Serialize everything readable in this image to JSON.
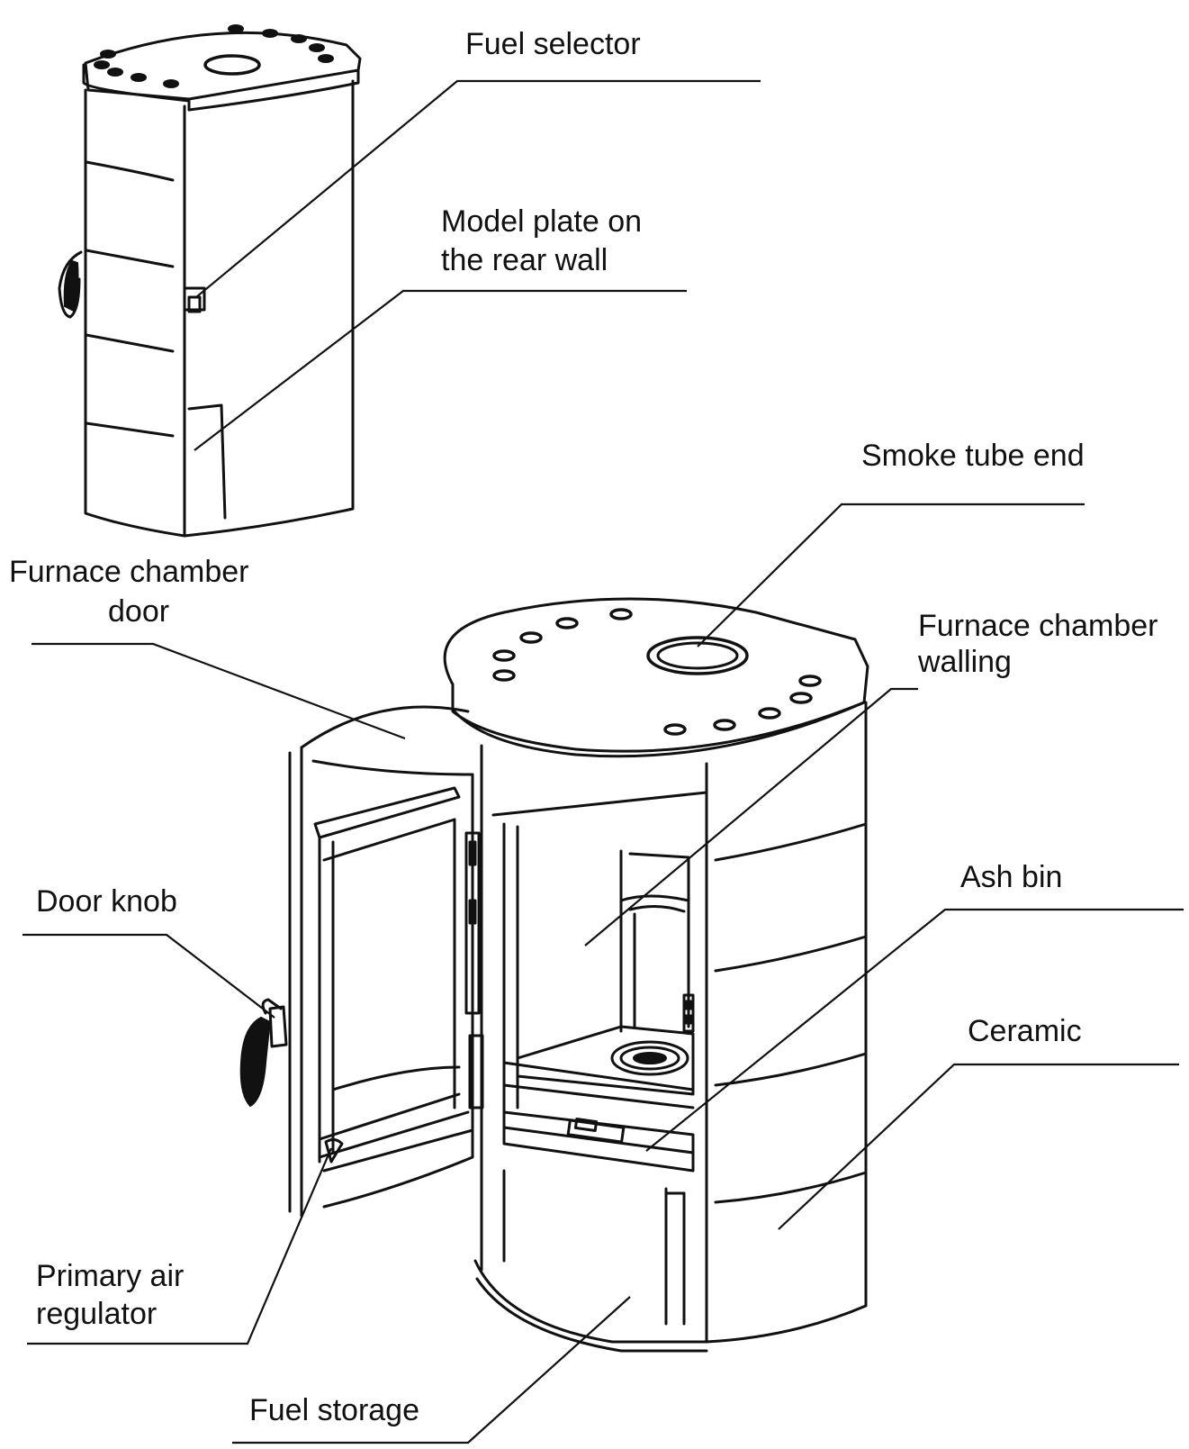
{
  "labels": {
    "fuel_selector": "Fuel selector",
    "model_plate_line1": "Model plate on",
    "model_plate_line2": "the rear wall",
    "smoke_tube_end": "Smoke tube end",
    "furnace_door_line1": "Furnace chamber",
    "furnace_door_line2": "door",
    "furnace_walling_line1": "Furnace chamber",
    "furnace_walling_line2": "walling",
    "door_knob": "Door knob",
    "ash_bin": "Ash bin",
    "ceramic": "Ceramic",
    "primary_air_line1": "Primary air",
    "primary_air_line2": "regulator",
    "fuel_storage": "Fuel storage"
  }
}
